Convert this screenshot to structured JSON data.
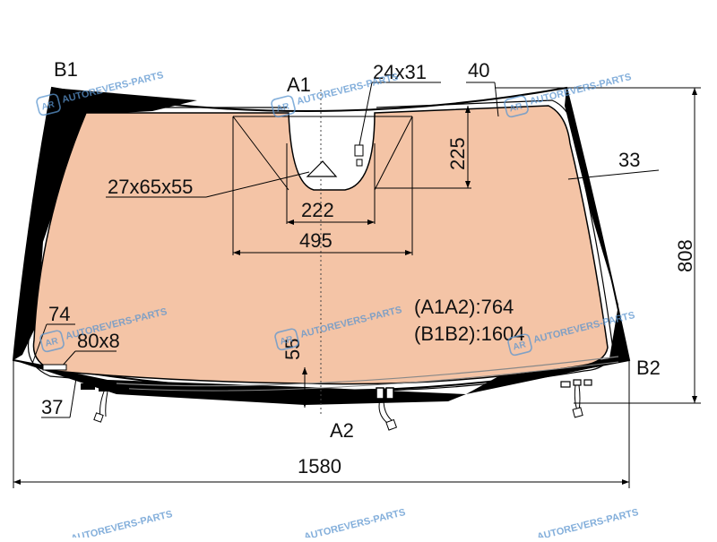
{
  "colors": {
    "glass_tint": "#f4c4a6",
    "frame_black": "#000000",
    "outline": "#000000",
    "watermark": "#5b95cf"
  },
  "labels": {
    "b1": "B1",
    "a1": "A1",
    "a2": "A2",
    "b2": "B2"
  },
  "dimensions": {
    "sensor": "24x31",
    "top_band": "40",
    "notch_depth": "225",
    "edge_band": "33",
    "camera_window": "27x65x55",
    "notch_bottom": "222",
    "notch_top": "495",
    "height": "808",
    "side_band": "74",
    "vin_window": "80x8",
    "bottom_band": "55",
    "corner": "37",
    "width": "1580"
  },
  "measurements": {
    "a1a2": "(A1A2):764",
    "b1b2": "(B1B2):1604"
  },
  "watermark": {
    "text": "AUTOREVERS-PARTS",
    "logo": "AR"
  }
}
